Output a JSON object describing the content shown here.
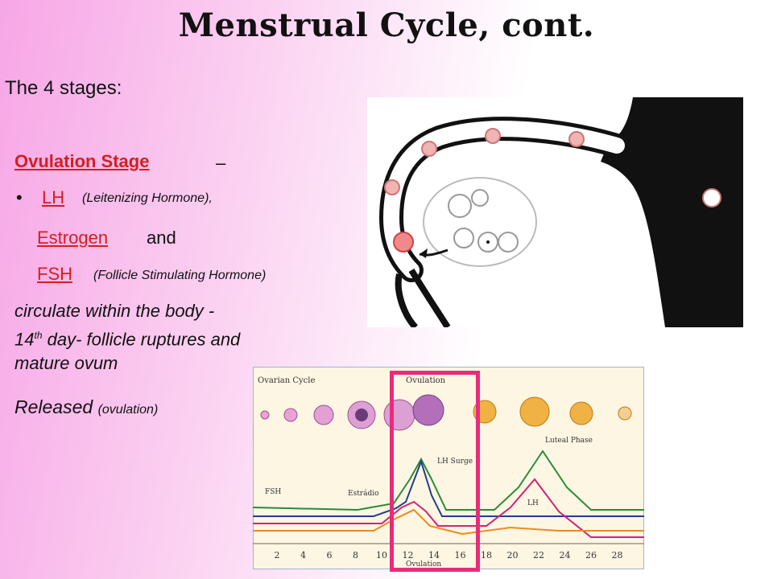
{
  "slide": {
    "title": "Menstrual Cycle, cont.",
    "subtitle": "The 4 stages:",
    "stage_name": "Ovulation Stage ",
    "dash": "–",
    "bullet": "•",
    "hormones": [
      {
        "name": "LH ",
        "desc": "(Leitenizing Hormone),"
      },
      {
        "name": "Estrogen",
        "desc": "and"
      },
      {
        "name": "FSH",
        "desc": "(Follicle Stimulating Hormone)"
      }
    ],
    "body": {
      "line1": "circulate within the body -",
      "line2_num": "14",
      "line2_sup": "th",
      "line2_rest": " day- follicle ruptures and",
      "line3": "mature ovum"
    },
    "released": "Released",
    "released_note": "(ovulation)"
  },
  "chart_labels": {
    "ovarian_cycle": "Ovarian Cycle",
    "ovulation": "Ovulation",
    "lh_surge": "LH Surge",
    "luteal_phase": "Luteal Phase",
    "fsh": "FSH",
    "estradiol": "Estrádio",
    "lh": "LH",
    "ovulation_bottom": "Ovulation",
    "days": [
      "2",
      "4",
      "6",
      "8",
      "10",
      "12",
      "14",
      "16",
      "18",
      "20",
      "22",
      "24",
      "26",
      "28"
    ]
  },
  "colors": {
    "accent": "#d41f1f",
    "highlight": "#ea2b7b"
  }
}
